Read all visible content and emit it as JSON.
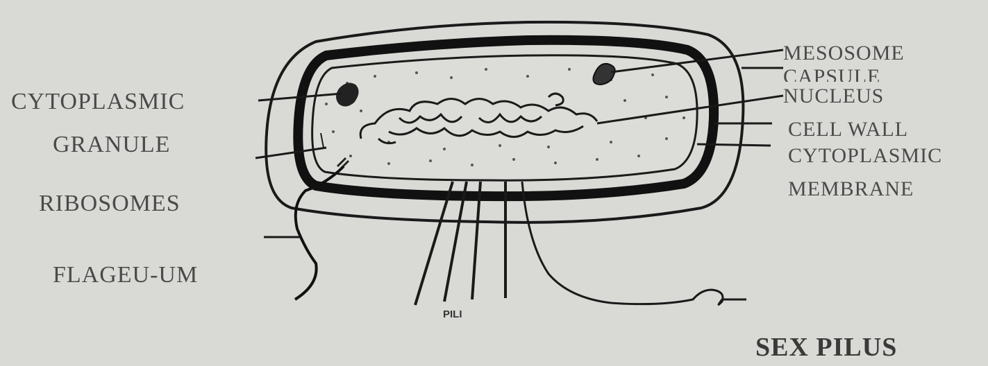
{
  "labels": {
    "cytoplasmic_granule_1": "CYTOPLASMIC",
    "cytoplasmic_granule_2": "GRANULE",
    "ribosomes": "RIBOSOMES",
    "flagellum": "FLAGEU-UM",
    "mesosome": "MESOSOME",
    "capsule": "CAPSULE",
    "nucleus": "NUCLEUS",
    "cell_wall": "CELL WALL",
    "cytoplasmic_membrane_1": "CYTOPLASMIC",
    "cytoplasmic_membrane_2": "MEMBRANE",
    "pili": "PILI",
    "sex_pilus": "SEX PILUS"
  },
  "colors": {
    "background": "#d9d9d6",
    "ink": "#1a1a1a",
    "label": "#4a4a4a"
  }
}
